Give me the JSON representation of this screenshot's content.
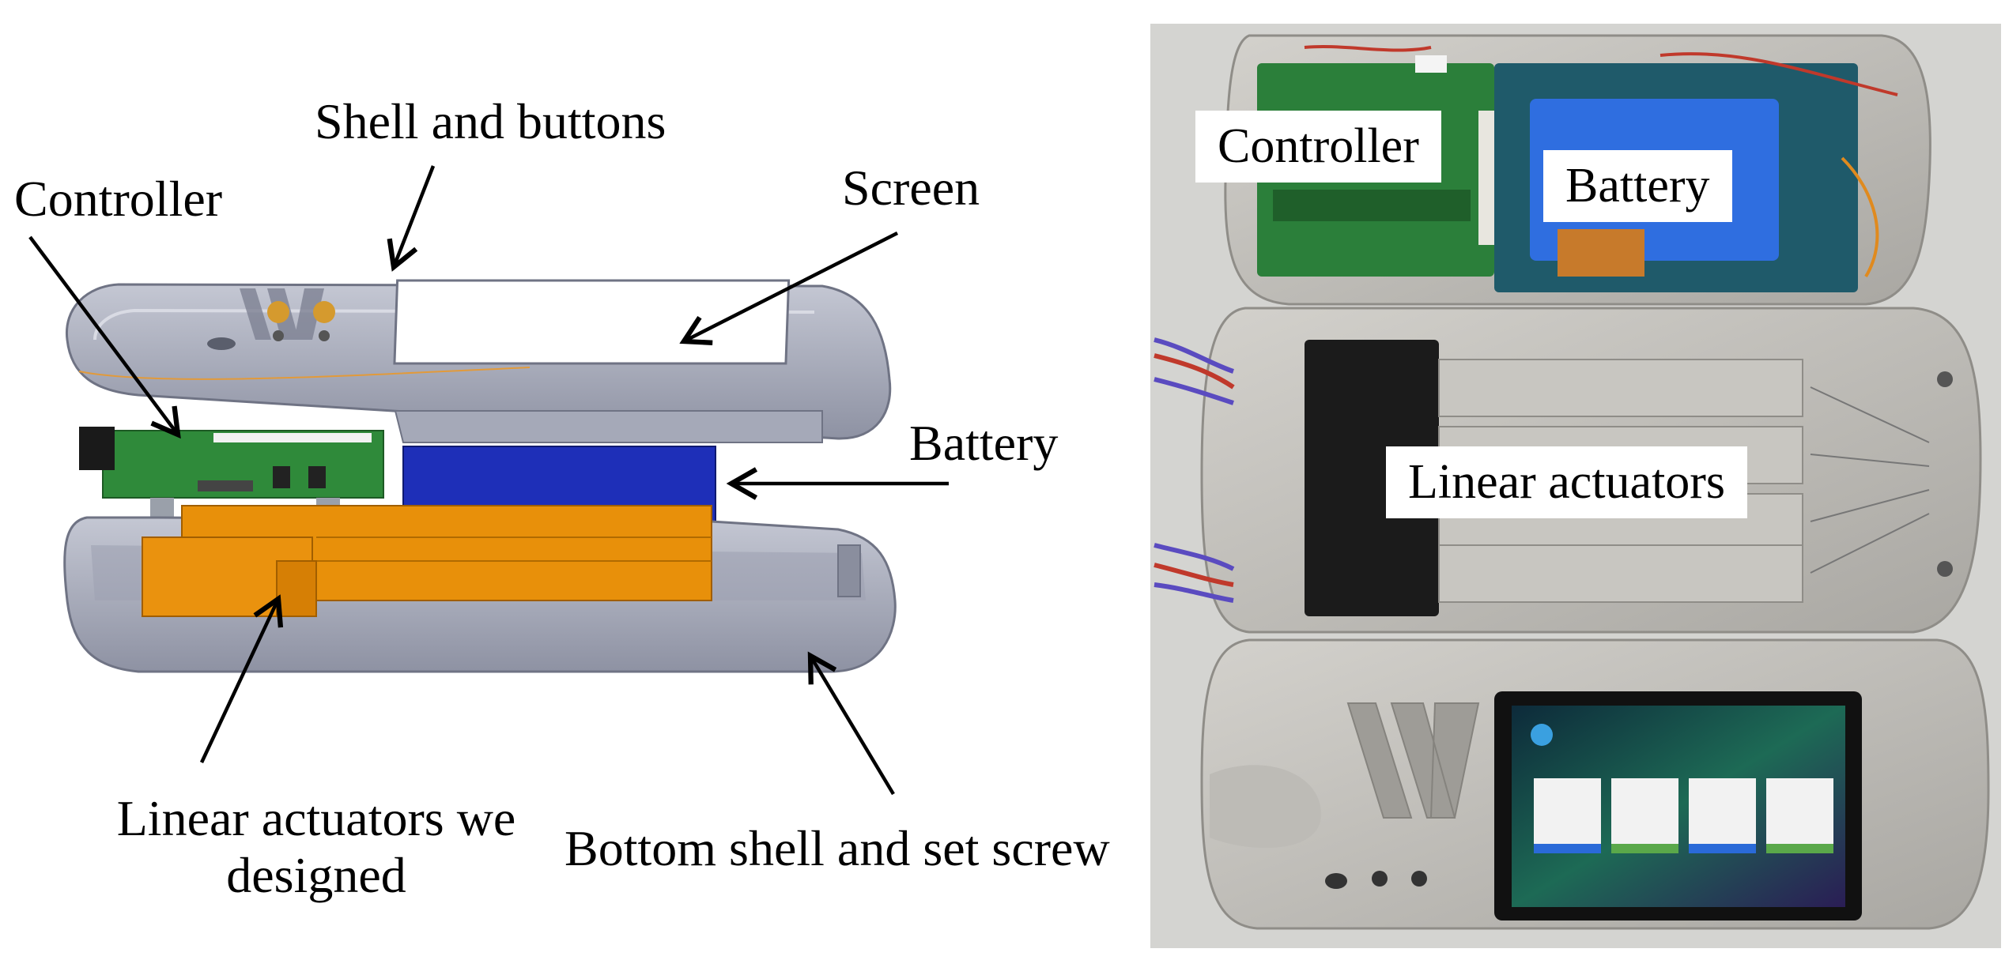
{
  "figure": {
    "left_panel": {
      "shell_and_buttons": "Shell and buttons",
      "controller": "Controller",
      "screen": "Screen",
      "battery": "Battery",
      "linear_actuators_line1": "Linear actuators we",
      "linear_actuators_line2": "designed",
      "bottom_shell": "Bottom shell and set screw"
    },
    "right_panel": {
      "controller": "Controller",
      "battery": "Battery",
      "linear_actuators": "Linear actuators"
    }
  },
  "colors": {
    "shell": "#a9adbc",
    "shell_dark": "#8c90a0",
    "pcb": "#2f8a3a",
    "battery_cad": "#1e2fb8",
    "actuator_cad": "#e8900a",
    "battery_photo": "#2f6ee0",
    "photo_bg": "#c9c9c6",
    "metal": "#b7b5b0"
  }
}
